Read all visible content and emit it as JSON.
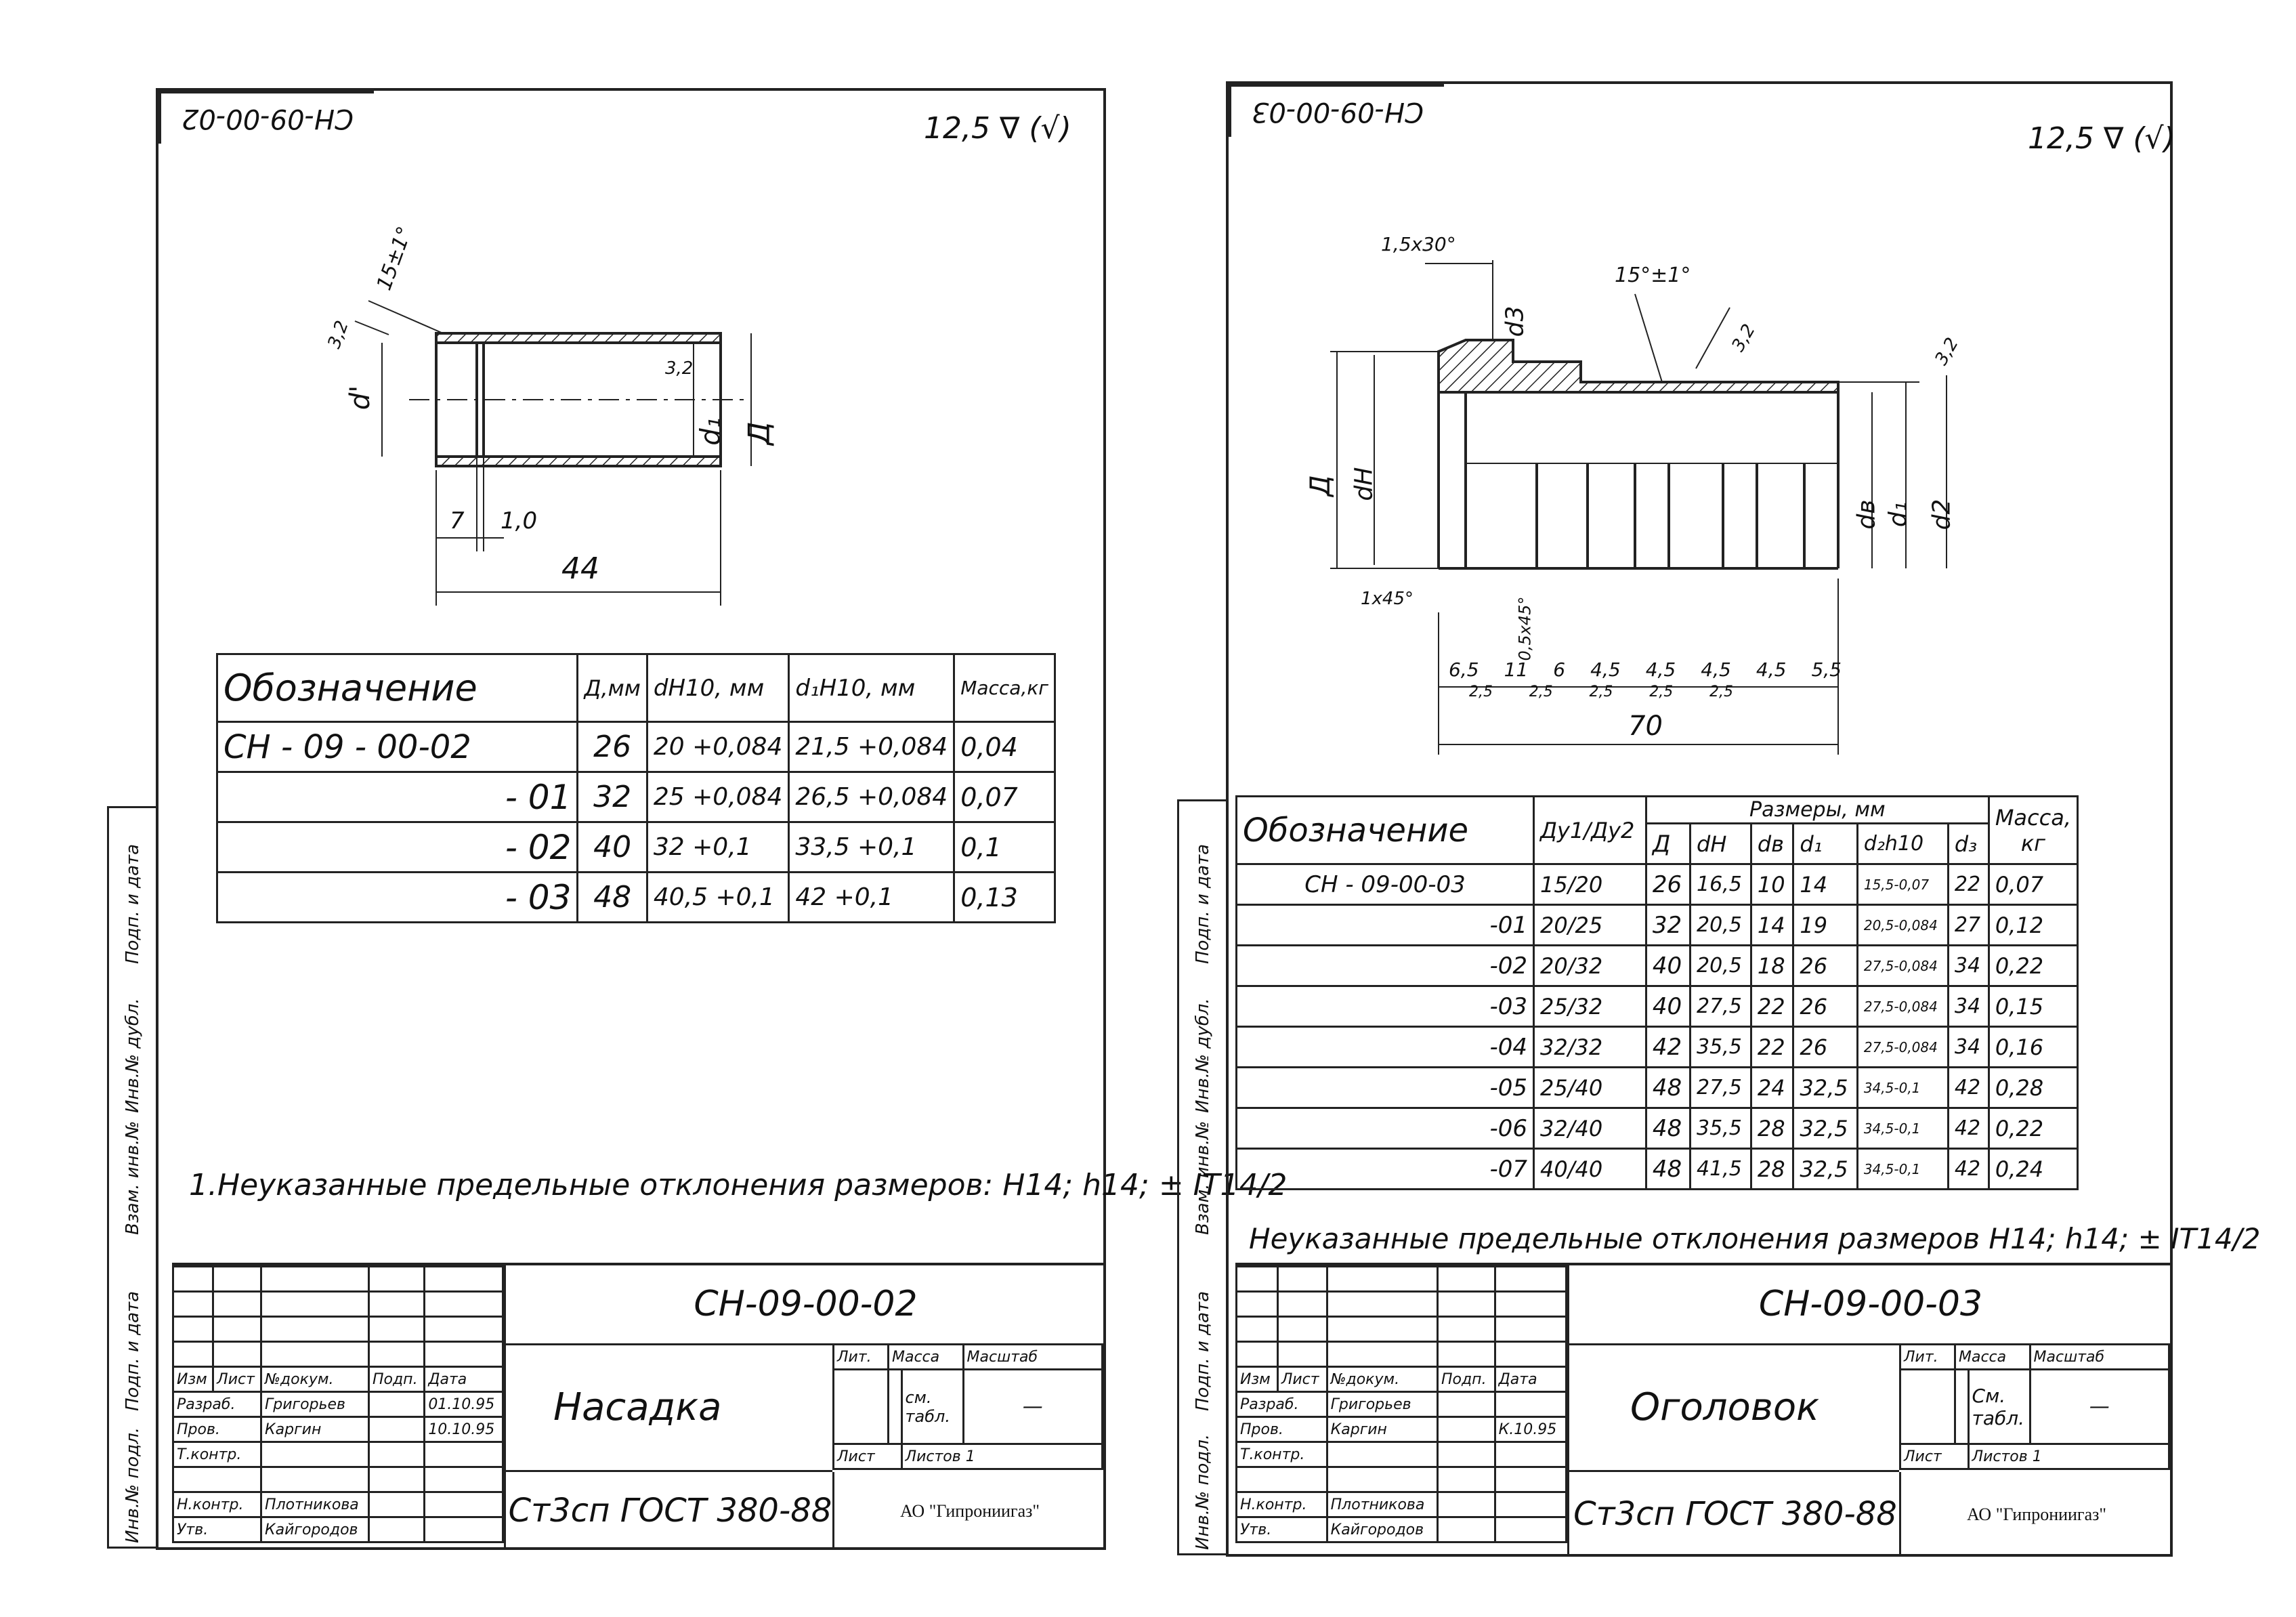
{
  "left": {
    "stamp": "CH-09-00-02",
    "roughness": "12,5 ∇ (√)",
    "dims": {
      "chamfer": "15±1°",
      "rough_small": "3,2",
      "d_prime": "d'",
      "d1": "d₁",
      "D": "Д",
      "len7": "7",
      "len10": "1,0",
      "len44": "44"
    },
    "table": {
      "headers": [
        "Обозначение",
        "Д,мм",
        "dН10, мм",
        "d₁Н10, мм",
        "Масса,кг"
      ],
      "rows": [
        [
          "СН - 09 - 00-02",
          "26",
          "20 +0,084",
          "21,5 +0,084",
          "0,04"
        ],
        [
          "- 01",
          "32",
          "25 +0,084",
          "26,5 +0,084",
          "0,07"
        ],
        [
          "- 02",
          "40",
          "32 +0,1",
          "33,5 +0,1",
          "0,1"
        ],
        [
          "- 03",
          "48",
          "40,5 +0,1",
          "42 +0,1",
          "0,13"
        ]
      ]
    },
    "note": "1.Неуказанные предельные отклонения размеров: Н14; h14; ± IT14/2",
    "title_block": {
      "code": "СН-09-00-02",
      "name": "Насадка",
      "material": "Ст3сп ГОСТ 380-88",
      "org": "АО \"Гипрониигаз\"",
      "lit": "Лит.",
      "mass_label": "Масса",
      "scale_label": "Масштаб",
      "mass_value": "см. табл.",
      "scale_value": "—",
      "sheet_label": "Лист",
      "sheets_label": "Листов 1",
      "cols": [
        "Изм",
        "Лист",
        "№докум.",
        "Подп.",
        "Дата"
      ],
      "people": [
        [
          "Разраб.",
          "Григорьев",
          "",
          "01.10.95"
        ],
        [
          "Пров.",
          "Каргин",
          "",
          "10.10.95"
        ],
        [
          "Т.контр.",
          "",
          "",
          ""
        ],
        [
          "Н.контр.",
          "Плотникова",
          "",
          ""
        ],
        [
          "Утв.",
          "Кайгородов",
          "",
          ""
        ]
      ]
    },
    "side_labels": [
      "Инв.№ подл.",
      "Подп. и дата",
      "Взам. инв.№",
      "Инв.№ дубл.",
      "Подп. и дата"
    ]
  },
  "right": {
    "stamp": "CH-09-00-03",
    "roughness": "12,5 ∇ (√)",
    "dims": {
      "chamfer1": "1,5x30°",
      "angle": "15°±1°",
      "d3": "d3",
      "r32a": "3,2",
      "r32b": "3,2",
      "D": "Д",
      "dH": "dН",
      "dB": "dв",
      "d1": "d₁",
      "d2": "d2",
      "c1": "1x45°",
      "c2": "0,5x45°",
      "lens": [
        "6,5",
        "11",
        "6",
        "4,5",
        "4,5",
        "4,5",
        "4,5",
        "5,5"
      ],
      "sub": [
        "2,5",
        "2,5",
        "2,5",
        "2,5",
        "2,5"
      ],
      "total": "70"
    },
    "table": {
      "group": "Размеры, мм",
      "headers": [
        "Обозначение",
        "Ду1/Ду2",
        "Д",
        "dН",
        "dв",
        "d₁",
        "d₂h10",
        "d₃",
        "Масса, кг"
      ],
      "rows": [
        [
          "СН - 09-00-03",
          "15/20",
          "26",
          "16,5",
          "10",
          "14",
          "15,5-0,07",
          "22",
          "0,07"
        ],
        [
          "-01",
          "20/25",
          "32",
          "20,5",
          "14",
          "19",
          "20,5-0,084",
          "27",
          "0,12"
        ],
        [
          "-02",
          "20/32",
          "40",
          "20,5",
          "18",
          "26",
          "27,5-0,084",
          "34",
          "0,22"
        ],
        [
          "-03",
          "25/32",
          "40",
          "27,5",
          "22",
          "26",
          "27,5-0,084",
          "34",
          "0,15"
        ],
        [
          "-04",
          "32/32",
          "42",
          "35,5",
          "22",
          "26",
          "27,5-0,084",
          "34",
          "0,16"
        ],
        [
          "-05",
          "25/40",
          "48",
          "27,5",
          "24",
          "32,5",
          "34,5-0,1",
          "42",
          "0,28"
        ],
        [
          "-06",
          "32/40",
          "48",
          "35,5",
          "28",
          "32,5",
          "34,5-0,1",
          "42",
          "0,22"
        ],
        [
          "-07",
          "40/40",
          "48",
          "41,5",
          "28",
          "32,5",
          "34,5-0,1",
          "42",
          "0,24"
        ]
      ]
    },
    "note": "Неуказанные предельные отклонения размеров Н14; h14; ± IT14/2",
    "title_block": {
      "code": "СН-09-00-03",
      "name": "Оголовок",
      "material": "Ст3сп ГОСТ 380-88",
      "org": "АО \"Гипрониигаз\"",
      "lit": "Лит.",
      "mass_label": "Масса",
      "scale_label": "Масштаб",
      "mass_value": "См. табл.",
      "scale_value": "—",
      "sheet_label": "Лист",
      "sheets_label": "Листов 1",
      "cols": [
        "Изм",
        "Лист",
        "№докум.",
        "Подп.",
        "Дата"
      ],
      "people": [
        [
          "Разраб.",
          "Григорьев",
          "",
          ""
        ],
        [
          "Пров.",
          "Каргин",
          "",
          "К.10.95"
        ],
        [
          "Т.контр.",
          "",
          "",
          ""
        ],
        [
          "Н.контр.",
          "Плотникова",
          "",
          ""
        ],
        [
          "Утв.",
          "Кайгородов",
          "",
          ""
        ]
      ]
    },
    "side_labels": [
      "Инв.№ подл.",
      "Подп. и дата",
      "Взам. инв.№",
      "Инв.№ дубл.",
      "Подп. и дата"
    ]
  }
}
